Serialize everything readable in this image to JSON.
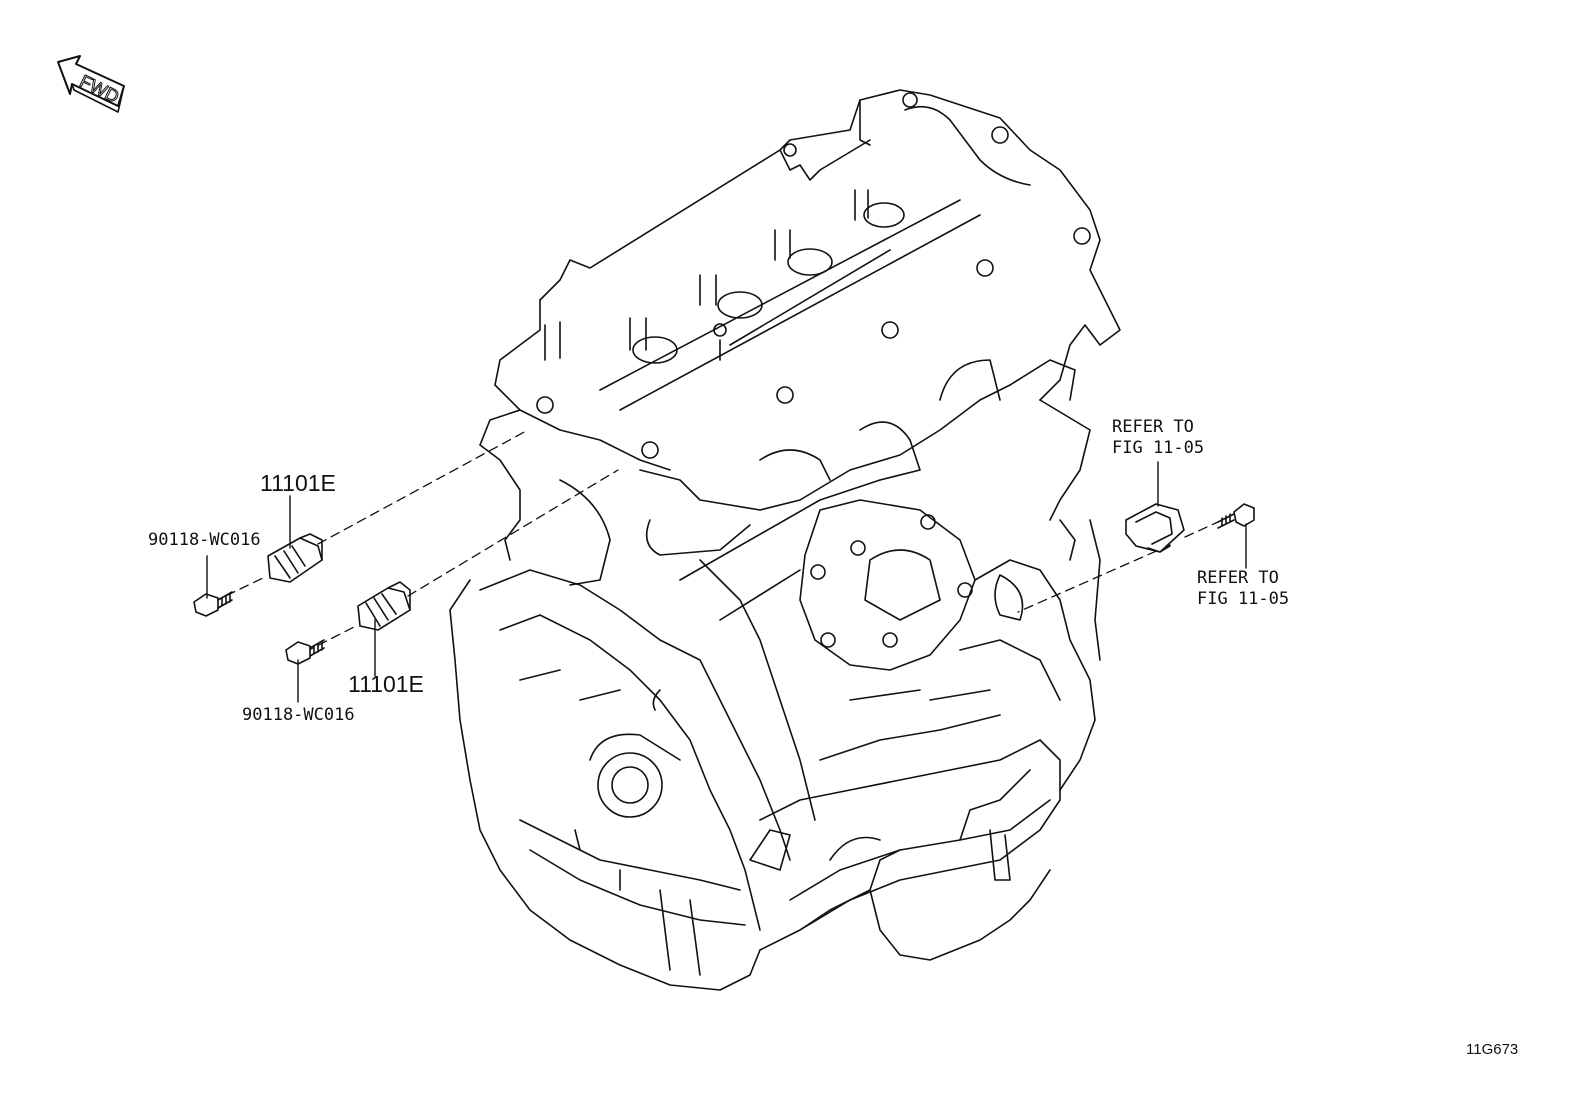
{
  "diagram": {
    "direction_marker": {
      "text": "FWD",
      "icon": "fwd-arrow-icon"
    },
    "parts": [
      {
        "id": "sensor_upper",
        "label": "11101E"
      },
      {
        "id": "sensor_lower",
        "label": "11101E"
      },
      {
        "id": "bolt_upper",
        "label": "90118-WC016"
      },
      {
        "id": "bolt_lower",
        "label": "90118-WC016"
      }
    ],
    "references": [
      {
        "id": "ref_connector",
        "line1": "REFER TO",
        "line2": "FIG 11-05"
      },
      {
        "id": "ref_bolt",
        "line1": "REFER TO",
        "line2": "FIG 11-05"
      }
    ],
    "illustration_code": "11G673",
    "colors": {
      "line": "#111111",
      "background": "#ffffff"
    }
  }
}
